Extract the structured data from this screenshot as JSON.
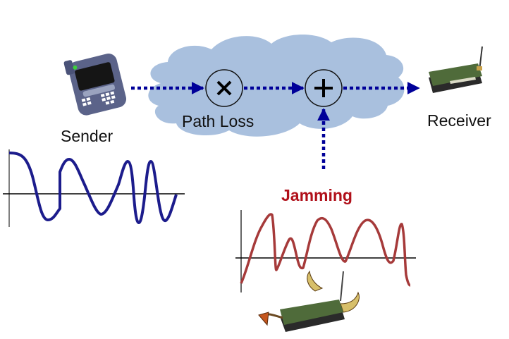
{
  "title": "Jamming channel model diagram",
  "colors": {
    "cloud": "#a9c0de",
    "arrow": "#000099",
    "sender_wave": "#1c1c8c",
    "jamming_wave": "#a63a3a",
    "jamming_label": "#b0101a",
    "axis": "#000000"
  },
  "nodes": {
    "sender": {
      "label": "Sender",
      "icon": "smartphone-icon"
    },
    "path_loss": {
      "label": "Path Loss",
      "operator": "×",
      "icon": "multiply-icon"
    },
    "adder": {
      "operator": "+",
      "icon": "add-icon"
    },
    "receiver": {
      "label": "Receiver",
      "icon": "sensor-node-icon"
    },
    "jammer": {
      "label": "Jamming",
      "icon": "devil-sensor-node-icon"
    }
  },
  "cloud": {
    "icon": "cloud-icon"
  },
  "waveforms": {
    "sender": {
      "name": "sender-signal"
    },
    "jamming": {
      "name": "jamming-signal"
    }
  }
}
